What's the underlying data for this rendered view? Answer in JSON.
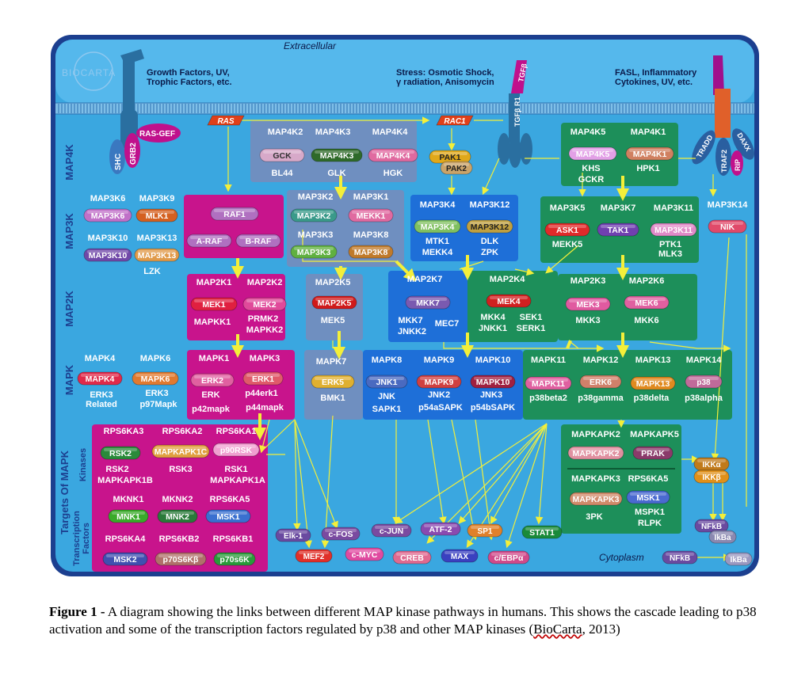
{
  "logo": "BIOCARTA",
  "region_labels": {
    "extracellular": "Extracellular",
    "cytoplasm": "Cytoplasm"
  },
  "side_labels": {
    "map4k": "MAP4K",
    "map3k": "MAP3K",
    "map2k": "MAP2K",
    "mapk": "MAPK",
    "targets": "Targets Of MAPK",
    "kinases": "Kinases",
    "tf_line1": "Transcription",
    "tf_line2": "Factors"
  },
  "stimuli": {
    "growth_l1": "Growth Factors, UV,",
    "growth_l2": "Trophic Factors, etc.",
    "stress_l1": "Stress: Osmotic Shock,",
    "stress_l2": "γ radiation, Anisomycin",
    "fasl_l1": "FASL, Inflammatory",
    "fasl_l2": "Cytokines, UV, etc."
  },
  "receptors": {
    "tgfb": "TGFβ",
    "tgfbr1": "TGFβ R1",
    "shc": "SHC",
    "grb2": "GRB2",
    "rasgef": "RAS-GEF",
    "tradd": "TRADD",
    "traf2": "TRAF2",
    "daxx": "DAXX",
    "rip": "RIP"
  },
  "map4k": {
    "ras": "RAS",
    "rac1": "RAC1",
    "h_map4k2": "MAP4K2",
    "h_map4k3": "MAP4K3",
    "h_map4k4": "MAP4K4",
    "gck": "GCK",
    "map4k3": "MAP4K3",
    "map4k4": "MAP4K4",
    "bl44": "BL44",
    "glk": "GLK",
    "hgk": "HGK",
    "pak1": "PAK1",
    "pak2": "PAK2",
    "h_map4k5": "MAP4K5",
    "h_map4k1": "MAP4K1",
    "map4k5": "MAP4K5",
    "map4k1": "MAP4K1",
    "khs": "KHS",
    "gckr": "GCKR",
    "hpk1": "HPK1"
  },
  "map3k": {
    "h_map3k6": "MAP3K6",
    "h_map3k9": "MAP3K9",
    "map3k6": "MAP3K6",
    "mlk1": "MLK1",
    "h_map3k10": "MAP3K10",
    "h_map3k13": "MAP3K13",
    "map3k10": "MAP3K10",
    "map3k13": "MAP3K13",
    "lzk": "LZK",
    "raf1": "RAF1",
    "araf": "A-RAF",
    "braf": "B-RAF",
    "h_map3k2": "MAP3K2",
    "h_map3k1": "MAP3K1",
    "map3k2": "MAP3K2",
    "mekk1": "MEKK1",
    "h_map3k3": "MAP3K3",
    "h_map3k8": "MAP3K8",
    "map3k3": "MAP3K3",
    "map3k8": "MAP3K8",
    "h_map3k4": "MAP3K4",
    "h_map3k12": "MAP3K12",
    "map3k4": "MAP3K4",
    "map3k12": "MAP3K12",
    "mtk1": "MTK1",
    "mekk4": "MEKK4",
    "dlk": "DLK",
    "zpk": "ZPK",
    "h_map3k5": "MAP3K5",
    "h_map3k7": "MAP3K7",
    "h_map3k11": "MAP3K11",
    "h_map3k14": "MAP3K14",
    "ask1": "ASK1",
    "tak1": "TAK1",
    "map3k11": "MAP3K11",
    "nik": "NIK",
    "mekk5": "MEKK5",
    "ptk1": "PTK1",
    "mlk3": "MLK3"
  },
  "map2k": {
    "h_map2k1": "MAP2K1",
    "h_map2k2": "MAP2K2",
    "mek1": "MEK1",
    "mek2": "MEK2",
    "mapkk1": "MAPKK1",
    "prmk2": "PRMK2",
    "mapkk2": "MAPKK2",
    "h_map2k5": "MAP2K5",
    "map2k5": "MAP2K5",
    "mek5": "MEK5",
    "h_map2k7": "MAP2K7",
    "mkk7_pill": "MKK7",
    "mkk7": "MKK7",
    "jnkk2": "JNKK2",
    "mec7": "MEC7",
    "h_map2k4": "MAP2K4",
    "mek4": "MEK4",
    "mkk4": "MKK4",
    "jnkk1": "JNKK1",
    "sek1": "SEK1",
    "serk1": "SERK1",
    "h_map2k3": "MAP2K3",
    "h_map2k6": "MAP2K6",
    "mek3": "MEK3",
    "mek6": "MEK6",
    "mkk3": "MKK3",
    "mkk6": "MKK6"
  },
  "mapk": {
    "h_mapk4": "MAPK4",
    "h_mapk6": "MAPK6",
    "mapk4": "MAPK4",
    "mapk6": "MAPK6",
    "erk3_related_l1": "ERK3",
    "erk3_related_l2": "Related",
    "erk3": "ERK3",
    "p97mapk": "p97Mapk",
    "h_mapk1": "MAPK1",
    "h_mapk3": "MAPK3",
    "erk2": "ERK2",
    "erk1": "ERK1",
    "erk": "ERK",
    "p44erk1": "p44erk1",
    "p42mapk": "p42mapk",
    "p44mapk": "p44mapk",
    "h_mapk7": "MAPK7",
    "erk5": "ERK5",
    "bmk1": "BMK1",
    "h_mapk8": "MAPK8",
    "h_mapk9": "MAPK9",
    "h_mapk10": "MAPK10",
    "jnk1": "JNK1",
    "mapk9": "MAPK9",
    "mapk10": "MAPK10",
    "jnk": "JNK",
    "sapk1": "SAPK1",
    "jnk2": "JNK2",
    "p54asapk": "p54aSAPK",
    "jnk3": "JNK3",
    "p54bsapk": "p54bSAPK",
    "h_mapk11": "MAPK11",
    "h_mapk12": "MAPK12",
    "h_mapk13": "MAPK13",
    "h_mapk14": "MAPK14",
    "mapk11": "MAPK11",
    "erk6": "ERK6",
    "mapk13": "MAPK13",
    "p38": "p38",
    "p38beta2": "p38beta2",
    "p38gamma": "p38gamma",
    "p38delta": "p38delta",
    "p38alpha": "p38alpha"
  },
  "targets": {
    "h_rps6ka3": "RPS6KA3",
    "h_rps6ka2": "RPS6KA2",
    "h_rps6ka1": "RPS6KA1",
    "rsk2": "RSK2",
    "mapkapk1c": "MAPKAPK1C",
    "p90rsk": "p90RSK",
    "rsk2_lbl": "RSK2",
    "rsk3": "RSK3",
    "rsk1": "RSK1",
    "mapkapk1b": "MAPKAPK1B",
    "mapkapk1a": "MAPKAPK1A",
    "h_mknk1": "MKNK1",
    "h_mknk2": "MKNK2",
    "h_rps6ka5": "RPS6KA5",
    "mnk1": "MNK1",
    "mnk2": "MNK2",
    "msk1": "MSK1",
    "h_rps6ka4": "RPS6KA4",
    "h_rps6kb2": "RPS6KB2",
    "h_rps6kb1": "RPS6KB1",
    "msk2": "MSK2",
    "p70s6kb": "p70S6Kβ",
    "p70s6k": "p70s6K",
    "h_mapkapk2": "MAPKAPK2",
    "h_mapkapk5": "MAPKAPK5",
    "mapkapk2": "MAPKAPK2",
    "prak": "PRAK",
    "h_mapkapk3": "MAPKAPK3",
    "h_rps6ka5b": "RPS6KA5",
    "mapkapk3": "MAPKAPK3",
    "msk1b": "MSK1",
    "threepk": "3PK",
    "mspk1": "MSPK1",
    "rlpk": "RLPK",
    "ikka": "IKKα",
    "ikkb": "IKKβ"
  },
  "tfs": {
    "elk1": "Elk-1",
    "mef2": "MEF2",
    "cfos": "c-FOS",
    "cmyc": "c-MYC",
    "cjun": "c-JUN",
    "creb": "CREB",
    "atf2": "ATF-2",
    "max": "MAX",
    "sp1": "SP1",
    "cebpa": "c/EBPα",
    "stat1": "STAT1",
    "nfkb": "NFkB",
    "ikba": "IkBa",
    "nfkb2": "NFkB",
    "ikba2": "IkBa"
  },
  "caption": {
    "label": "Figure  1 -",
    "text": " A diagram showing the links between different MAP kinase pathways in humans. This shows the cascade leading to p38 activation and some of the transcription factors regulated by p38 and other MAP kinases (",
    "cite": "BioCarta",
    "tail": ", 2013)"
  },
  "colors": {
    "outer_frame": "#1c3f8f",
    "cell_blue": "#3aa7e0",
    "magenta_box": "#c8148c",
    "green_box": "#1d8f5a",
    "gray_blue_box": "#6f8fc0",
    "blue_box": "#1e6fd8",
    "membrane": "#7fbfe8",
    "arrow": "#f3ef3a"
  }
}
